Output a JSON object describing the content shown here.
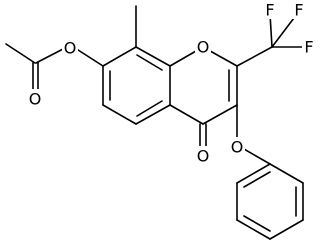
{
  "structure": {
    "atoms": {
      "ester_carbonyl_oxygen": "O",
      "ester_oxygen": "O",
      "ring_oxygen": "O",
      "ketone_oxygen": "O",
      "ether_oxygen": "O",
      "fluorine_top_left": "F",
      "fluorine_top_right": "F",
      "fluorine_right": "F"
    },
    "colors": {
      "bond": "#000000",
      "label": "#000000",
      "background": "#ffffff"
    }
  }
}
